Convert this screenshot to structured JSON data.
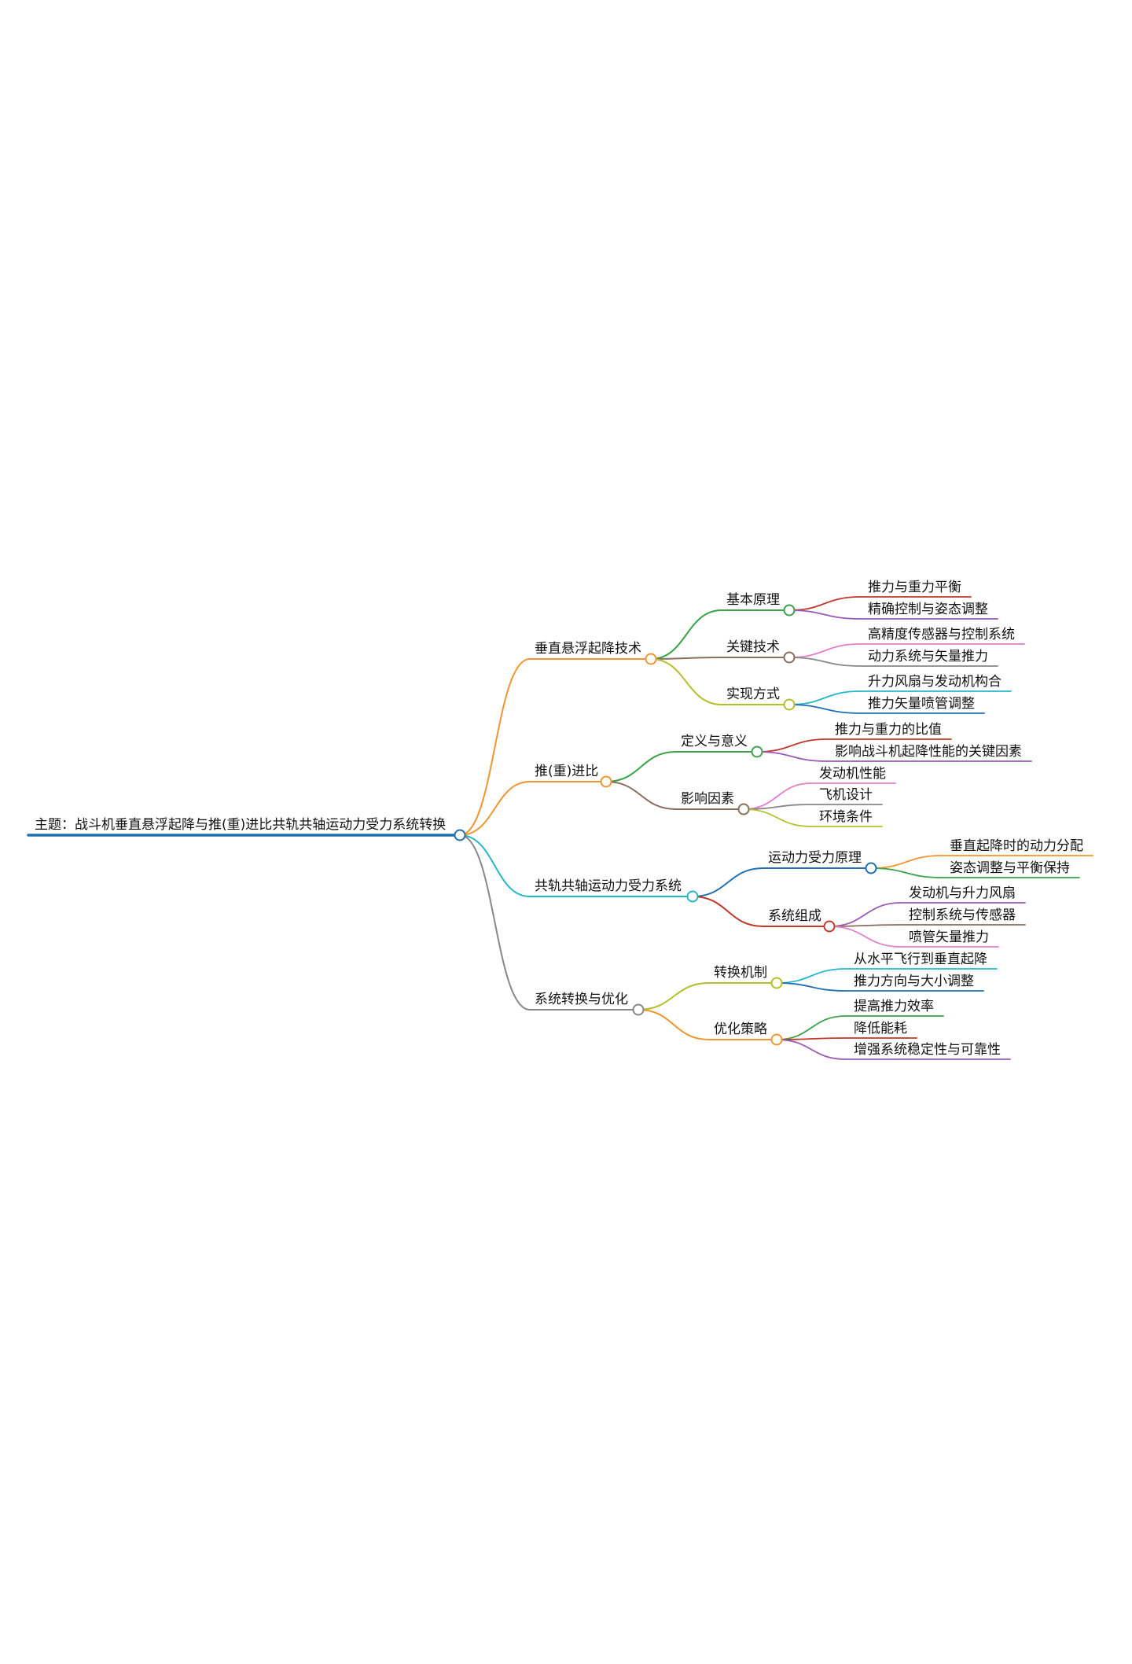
{
  "mindmap": {
    "root": {
      "label": "主题：战斗机垂直悬浮起降与推(重)进比共轨共轴运动力受力系统转换",
      "color": "#1f6fb2"
    },
    "branches": [
      {
        "label": "垂直悬浮起降技术",
        "color": "#f0952f",
        "children": [
          {
            "label": "基本原理",
            "color": "#3aa34a",
            "children": [
              {
                "label": "推力与重力平衡",
                "color": "#c0392b"
              },
              {
                "label": "精确控制与姿态调整",
                "color": "#9b59b6"
              }
            ]
          },
          {
            "label": "关键技术",
            "color": "#8a6d5e",
            "children": [
              {
                "label": "高精度传感器与控制系统",
                "color": "#e37fc9"
              },
              {
                "label": "动力系统与矢量推力",
                "color": "#888888"
              }
            ]
          },
          {
            "label": "实现方式",
            "color": "#b5bf2a",
            "children": [
              {
                "label": "升力风扇与发动机构合",
                "color": "#25b7c9"
              },
              {
                "label": "推力矢量喷管调整",
                "color": "#1f6fb2"
              }
            ]
          }
        ]
      },
      {
        "label": "推(重)进比",
        "color": "#f0952f",
        "children": [
          {
            "label": "定义与意义",
            "color": "#3aa34a",
            "children": [
              {
                "label": "推力与重力的比值",
                "color": "#c0392b"
              },
              {
                "label": "影响战斗机起降性能的关键因素",
                "color": "#9b59b6"
              }
            ]
          },
          {
            "label": "影响因素",
            "color": "#8a6d5e",
            "children": [
              {
                "label": "发动机性能",
                "color": "#e37fc9"
              },
              {
                "label": "飞机设计",
                "color": "#888888"
              },
              {
                "label": "环境条件",
                "color": "#b5bf2a"
              }
            ]
          }
        ]
      },
      {
        "label": "共轨共轴运动力受力系统",
        "color": "#25b7c9",
        "children": [
          {
            "label": "运动力受力原理",
            "color": "#1f6fb2",
            "children": [
              {
                "label": "垂直起降时的动力分配",
                "color": "#f0952f"
              },
              {
                "label": "姿态调整与平衡保持",
                "color": "#3aa34a"
              }
            ]
          },
          {
            "label": "系统组成",
            "color": "#c0392b",
            "children": [
              {
                "label": "发动机与升力风扇",
                "color": "#9b59b6"
              },
              {
                "label": "控制系统与传感器",
                "color": "#8a6d5e"
              },
              {
                "label": "喷管矢量推力",
                "color": "#e37fc9"
              }
            ]
          }
        ]
      },
      {
        "label": "系统转换与优化",
        "color": "#888888",
        "children": [
          {
            "label": "转换机制",
            "color": "#b5bf2a",
            "children": [
              {
                "label": "从水平飞行到垂直起降",
                "color": "#25b7c9"
              },
              {
                "label": "推力方向与大小调整",
                "color": "#1f6fb2"
              }
            ]
          },
          {
            "label": "优化策略",
            "color": "#f0952f",
            "children": [
              {
                "label": "提高推力效率",
                "color": "#3aa34a"
              },
              {
                "label": "降低能耗",
                "color": "#c0392b"
              },
              {
                "label": "增强系统稳定性与可靠性",
                "color": "#9b59b6"
              }
            ]
          }
        ]
      }
    ]
  }
}
